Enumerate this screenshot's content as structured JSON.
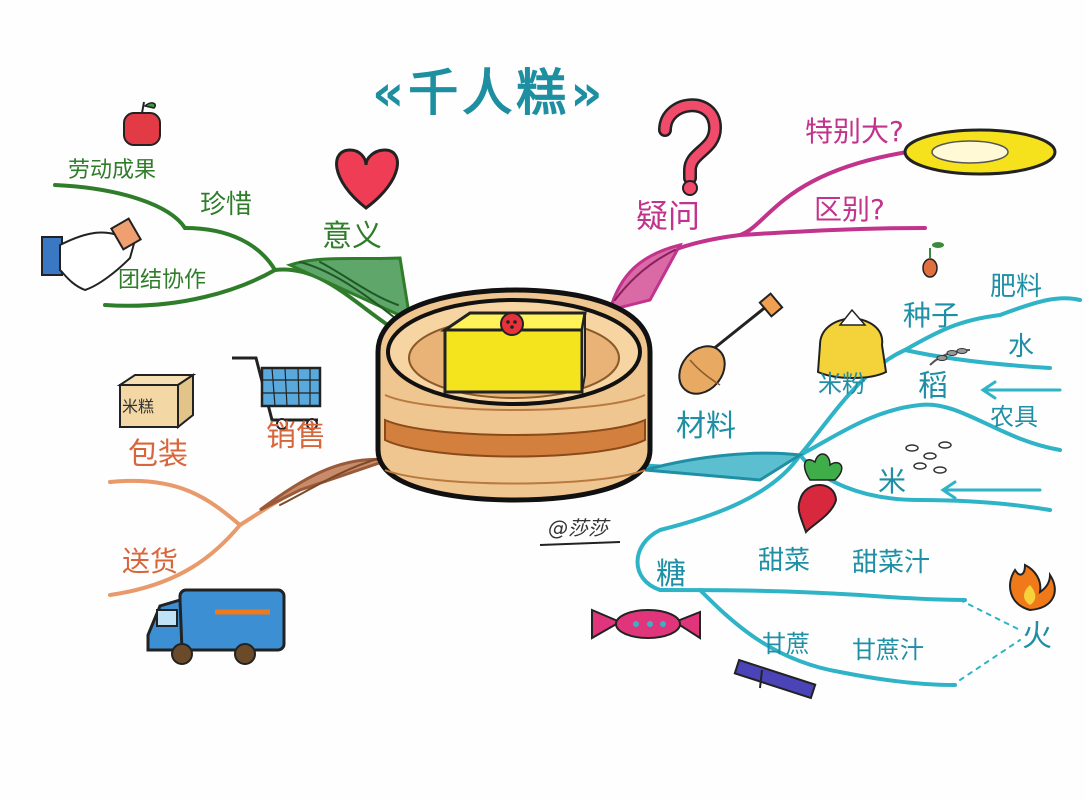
{
  "title": "«千人糕»",
  "colors": {
    "title": "#1e8fa0",
    "meaning_branch": "#2f7d2a",
    "question_branch": "#c2338c",
    "materials_branch": "#2fb3c6",
    "sales_branch": "#e89a6a",
    "steamer": "#e9b277",
    "cake": "#f3e41d"
  },
  "branches": {
    "meaning": {
      "label": "意义",
      "sub": "珍惜",
      "leaves": [
        "劳动成果",
        "团结协作"
      ],
      "icons": [
        "heart-icon",
        "apple-icon",
        "handshake-icon"
      ]
    },
    "question": {
      "label": "疑问",
      "leaves": [
        "特别大?",
        "区别?"
      ],
      "icons": [
        "question-mark-icon",
        "plate-icon"
      ]
    },
    "materials": {
      "label": "材料",
      "items": [
        "种子",
        "肥料",
        "水",
        "米粉",
        "稻",
        "农具",
        "米",
        "糖",
        "甜菜",
        "甜菜汁",
        "甘蔗",
        "甘蔗汁",
        "火"
      ],
      "icons": [
        "whisk-icon",
        "sprout-icon",
        "flour-sack-icon",
        "rice-stalk-icon",
        "rice-grains-icon",
        "beet-icon",
        "candy-icon",
        "sugarcane-icon",
        "fire-icon"
      ]
    },
    "sales": {
      "label": "销售",
      "leaves": [
        "包装",
        "送货"
      ],
      "box_text": "米糕",
      "icons": [
        "shopping-cart-icon",
        "box-icon",
        "truck-icon"
      ]
    }
  },
  "signature": "@莎莎"
}
